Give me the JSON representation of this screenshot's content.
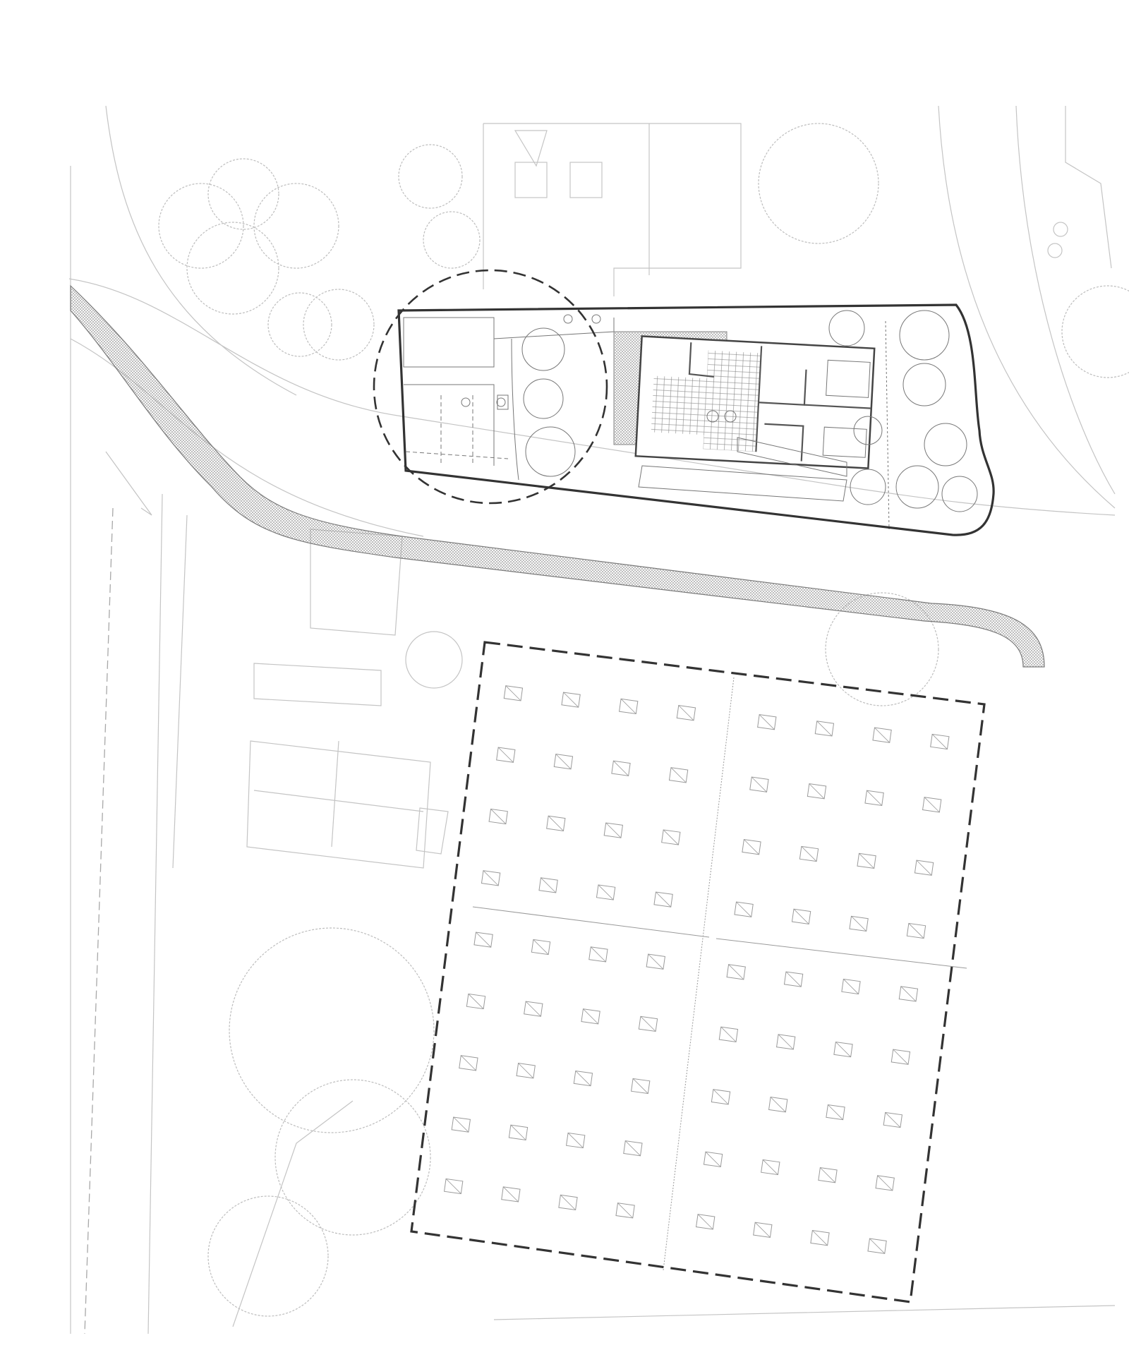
{
  "drawing": {
    "kind": "site-plan",
    "colors": {
      "background": "#ffffff",
      "context_lines": "#c4c4c4",
      "boundary": "#333333",
      "hatch": "#9a9a9a"
    },
    "elements": {
      "site_boundary": "solid",
      "proposed_area": "dashed",
      "detail_circle": "dashed",
      "road": "hatched"
    },
    "solar_array": {
      "rows": 9,
      "blocks": 4
    }
  }
}
